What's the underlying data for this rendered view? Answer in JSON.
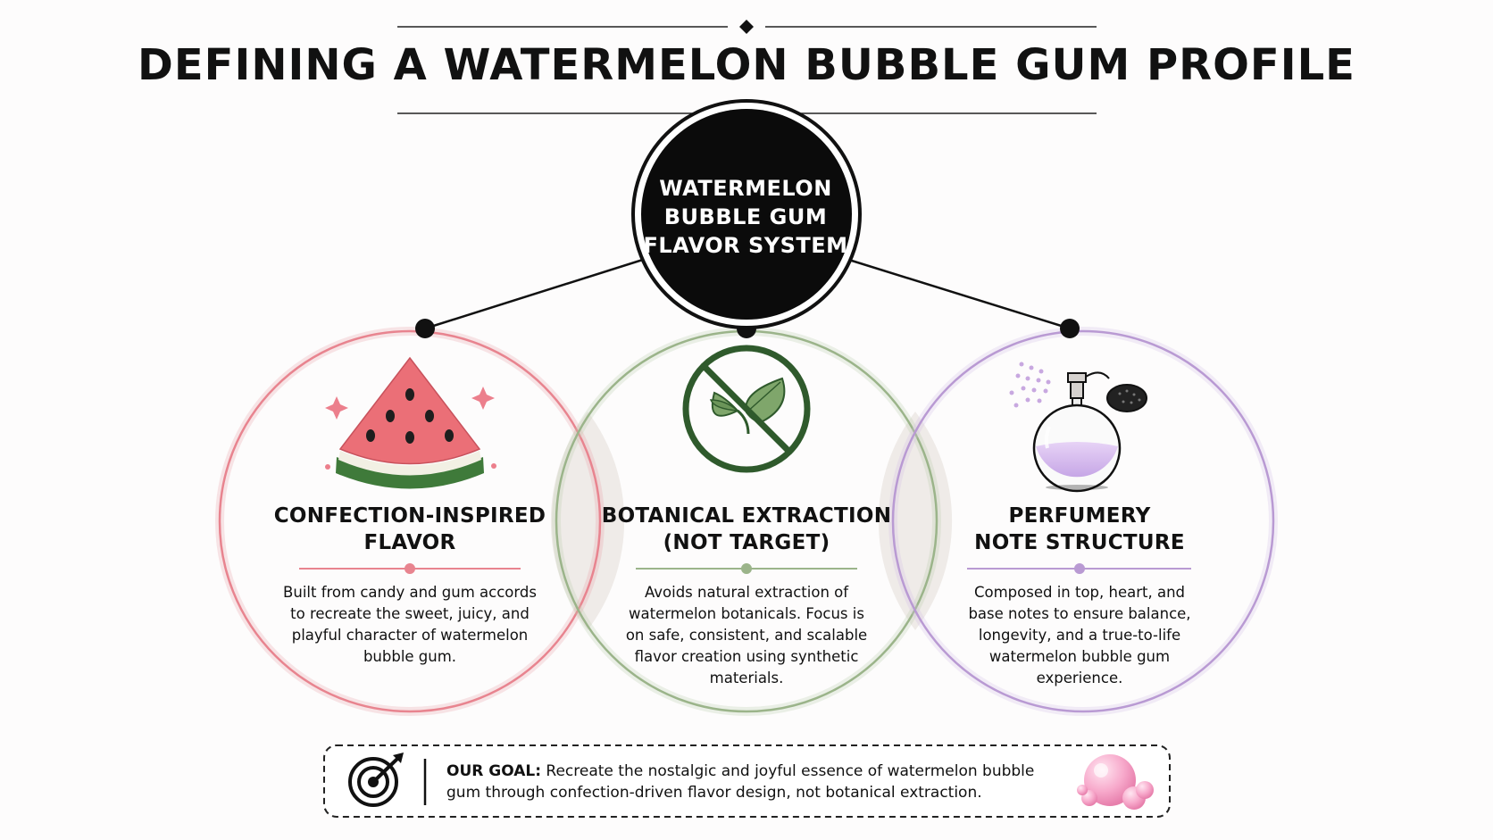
{
  "title": "DEFINING A WATERMELON BUBBLE GUM PROFILE",
  "center": {
    "lines": [
      "WATERMELON",
      "BUBBLE GUM",
      "FLAVOR SYSTEM"
    ]
  },
  "pillars": [
    {
      "heading_lines": [
        "CONFECTION-INSPIRED",
        "FLAVOR"
      ],
      "description": "Built from candy and gum accords to recreate the sweet, juicy, and playful character of watermelon bubble gum.",
      "icon": "watermelon-slice-icon",
      "color": "#e8848f"
    },
    {
      "heading_lines": [
        "BOTANICAL EXTRACTION",
        "(NOT TARGET)"
      ],
      "description": "Avoids natural extraction of watermelon botanicals. Focus is on safe, consistent, and scalable flavor creation using synthetic materials.",
      "icon": "no-botanical-leaf-icon",
      "color": "#9bb48a"
    },
    {
      "heading_lines": [
        "PERFUMERY",
        "NOTE STRUCTURE"
      ],
      "description": "Composed in top, heart, and base notes to ensure balance, longevity, and a true-to-life watermelon bubble gum experience.",
      "icon": "perfume-bottle-icon",
      "color": "#b99ad3"
    }
  ],
  "goal": {
    "label": "OUR GOAL:",
    "text": "Recreate the nostalgic and joyful essence of watermelon bubble gum through confection-driven flavor design, not botanical extraction.",
    "icon": "target-icon",
    "decoration_icon": "bubble-gum-icon"
  }
}
